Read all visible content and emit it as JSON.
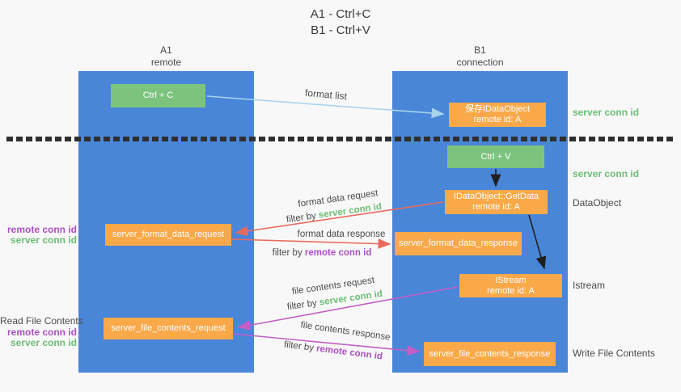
{
  "title": {
    "line1": "A1 - Ctrl+C",
    "line2": "B1 - Ctrl+V"
  },
  "columns": {
    "left": {
      "name": "A1",
      "role": "remote"
    },
    "right": {
      "name": "B1",
      "role": "connection"
    }
  },
  "nodes": {
    "ctrl_c": {
      "label": "Ctrl + C"
    },
    "save_idataobject": {
      "line1": "保存IDataObject",
      "line2": "remote id: A"
    },
    "ctrl_v": {
      "label": "Ctrl + V"
    },
    "getdata": {
      "line1": "IDataObject::GetData",
      "line2": "remote id: A"
    },
    "server_format_data_request": {
      "label": "server_format_data_request"
    },
    "server_format_data_response": {
      "label": "server_format_data_response"
    },
    "istream": {
      "line1": "IStream",
      "line2": "remote id: A"
    },
    "server_file_contents_request": {
      "label": "server_file_contents_request"
    },
    "server_file_contents_response": {
      "label": "server_file_contents_response"
    }
  },
  "flow_labels": {
    "format_list": "format list",
    "format_data_request": "format data request",
    "format_data_response": "format data response",
    "file_contents_request": "file contents request",
    "file_contents_response": "file contents response",
    "filter_by": "filter by",
    "server_conn_id": "server conn id",
    "remote_conn_id": "remote conn id"
  },
  "side_labels": {
    "server_conn_id_top": "server conn id",
    "server_conn_id_mid": "server conn id",
    "dataobject": "DataObject",
    "istream": "Istream",
    "write_file_contents": "Write File Contents",
    "read_file_contents": "Read File Contents",
    "remote_conn_id": "remote conn id",
    "server_conn_id": "server conn id"
  },
  "colors": {
    "column_blue": "#4A86D8",
    "box_green": "#7CC47E",
    "box_orange": "#F9A94A",
    "arrow_format_list": "#A8D3EE",
    "arrow_format_data": "#E86A5E",
    "arrow_file_contents": "#C35EC6",
    "arrow_black": "#1f1f1f",
    "conn_id_green": "#6CBE74",
    "conn_id_purple": "#AE4FC6",
    "text_dark": "#444444"
  }
}
